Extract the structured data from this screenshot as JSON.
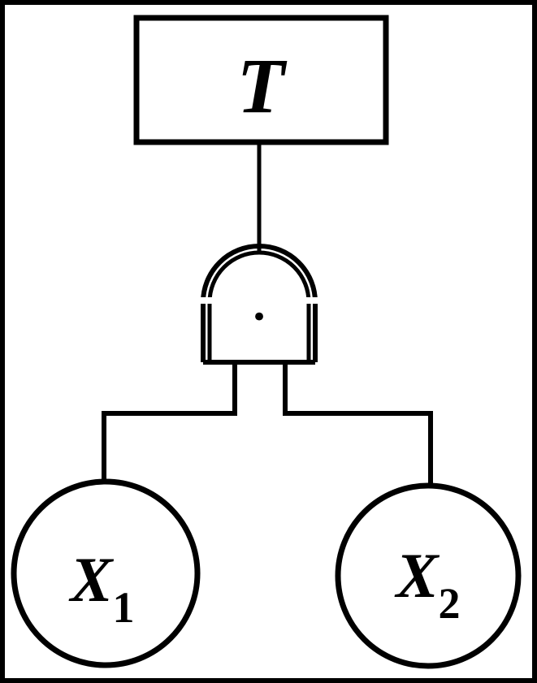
{
  "diagram": {
    "type": "fault-tree",
    "top_event": {
      "label": "T"
    },
    "gate": {
      "type": "AND",
      "symbol": "•"
    },
    "basic_events": [
      {
        "label": "X",
        "subscript": "1"
      },
      {
        "label": "X",
        "subscript": "2"
      }
    ],
    "colors": {
      "stroke": "#000000",
      "background": "#ffffff"
    }
  }
}
